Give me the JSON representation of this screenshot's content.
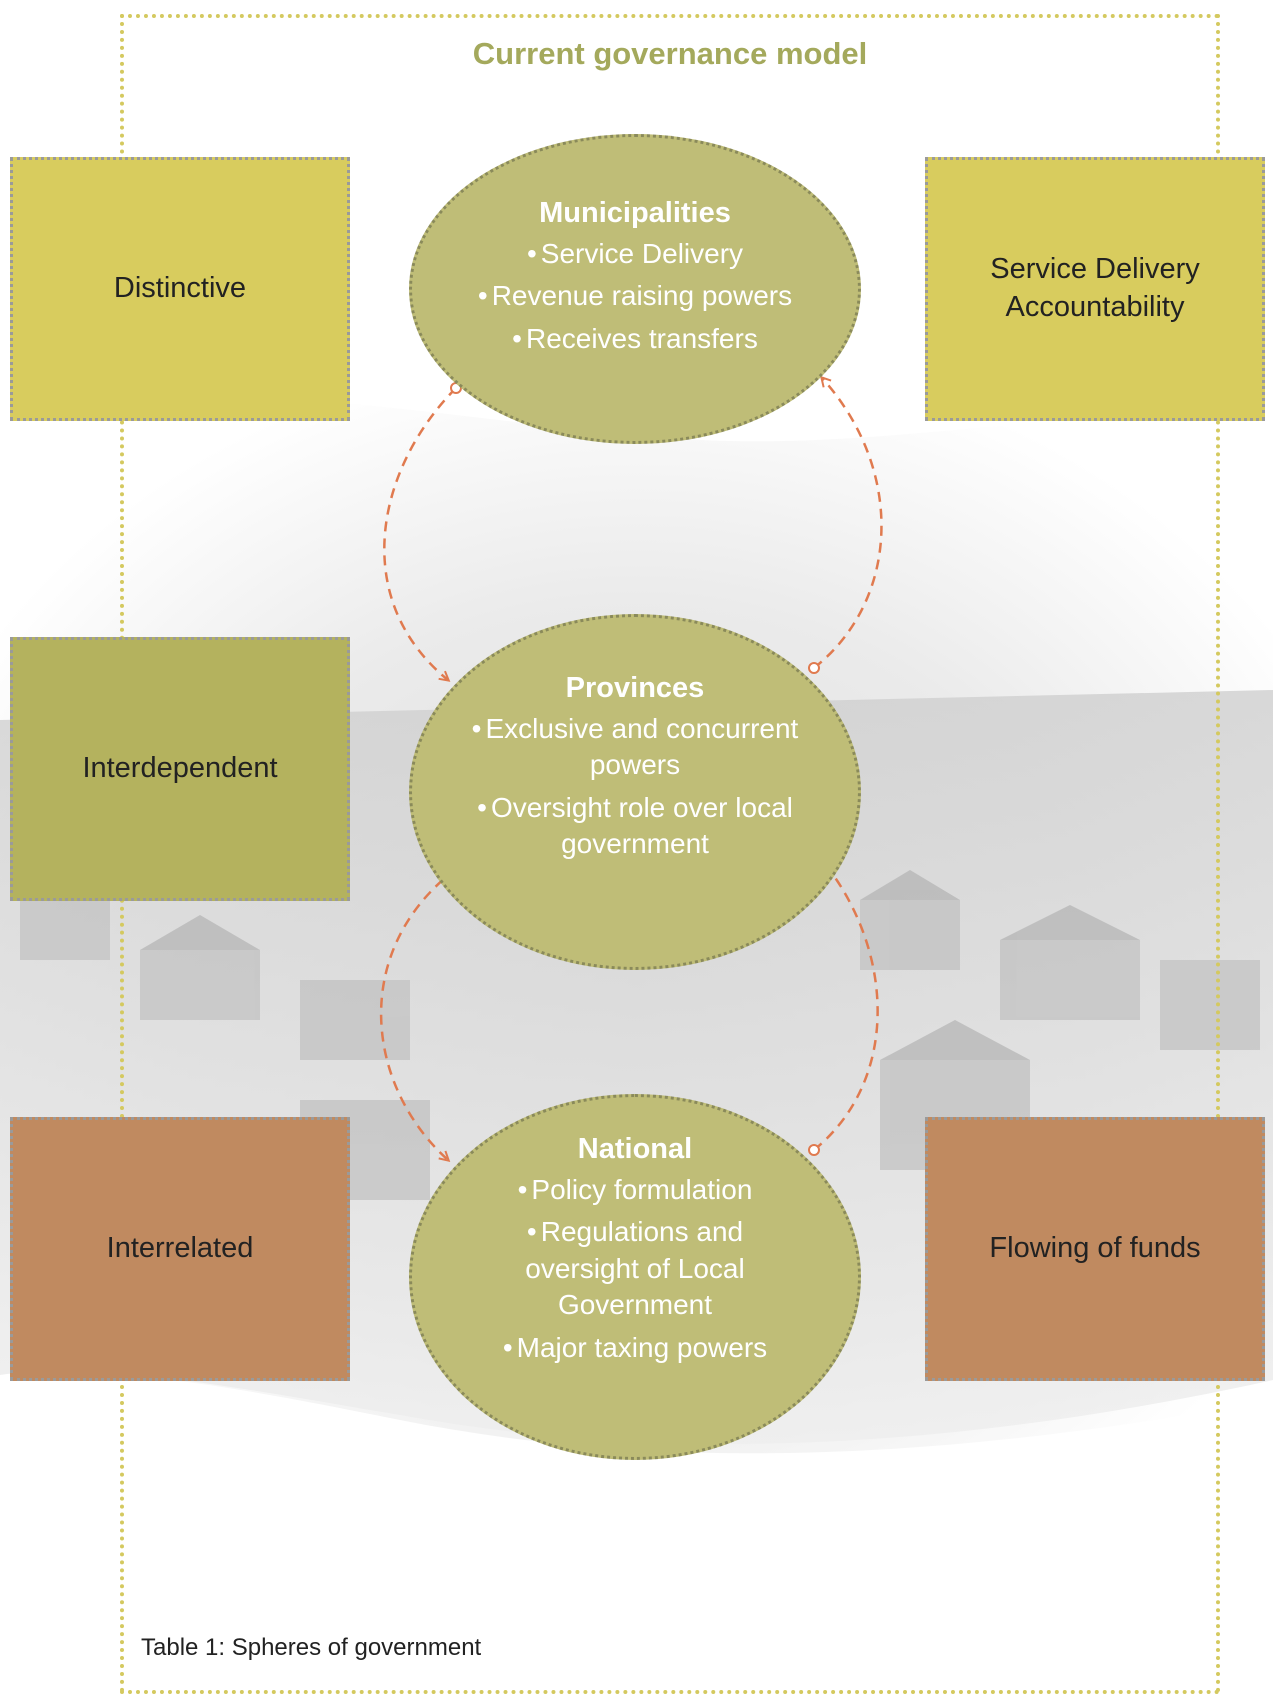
{
  "title": "Current governance model",
  "side_boxes": [
    {
      "label": "Distinctive",
      "color": "#d8cc5e"
    },
    {
      "label": "Service Delivery Accountability",
      "color": "#d8cc5e"
    },
    {
      "label": "Interdependent",
      "color": "#b4b25e"
    },
    {
      "label": "Interrelated",
      "color": "#c08a60"
    },
    {
      "label": "Flowing of funds",
      "color": "#c08a60"
    }
  ],
  "spheres": {
    "municipalities": {
      "heading": "Municipalities",
      "items": [
        "Service Delivery",
        "Revenue raising powers",
        "Receives transfers"
      ]
    },
    "provinces": {
      "heading": "Provinces",
      "items": [
        "Exclusive and concurrent powers",
        "Oversight role over local government"
      ]
    },
    "national": {
      "heading": "National",
      "items": [
        "Policy formulation",
        "Regulations and oversight of Local Government",
        "Major taxing powers"
      ]
    }
  },
  "bullet_glyph": "•",
  "colors": {
    "oval_fill": "#bfbd77",
    "arrow": "#e07a4f",
    "frame": "#d4c95f",
    "title": "#a4a95c"
  },
  "caption": "Table 1: Spheres of government"
}
